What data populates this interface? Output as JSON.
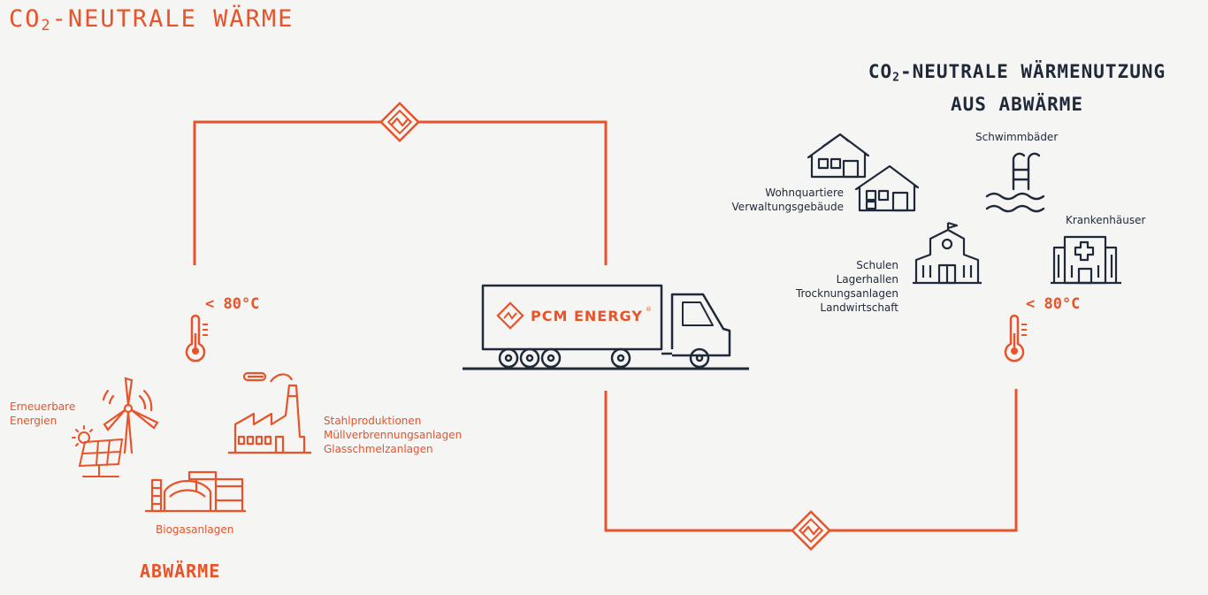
{
  "colors": {
    "orange": "#e8532a",
    "navy": "#1f2939",
    "background": "#f5f5f4"
  },
  "title": {
    "prefix": "CO",
    "sub": "2",
    "suffix": "-NEUTRALE WÄRME"
  },
  "right_title": {
    "prefix": "CO",
    "sub": "2",
    "line1_suffix": "-NEUTRALE WÄRMENUTZUNG",
    "line2": "AUS ABWÄRME"
  },
  "left_temp": "< 80°C",
  "right_temp": "< 80°C",
  "truck_brand": "PCM ENERGY",
  "truck_brand_mark": "®",
  "sources": {
    "renewables": [
      "Erneuerbare",
      "Energien"
    ],
    "industry": [
      "Stahlproduktionen",
      "Müllverbrennungsanlagen",
      "Glasschmelzanlagen"
    ],
    "biogas": "Biogasanlagen",
    "label": "ABWÄRME"
  },
  "consumers": {
    "housing": [
      "Wohnquartiere",
      "Verwaltungsgebäude"
    ],
    "pools": "Schwimmbäder",
    "hospitals": "Krankenhäuser",
    "schools": [
      "Schulen",
      "Lagerhallen",
      "Trocknungsanlagen",
      "Landwirtschaft"
    ]
  },
  "icons": [
    "heat-exchanger-icon",
    "thermometer-icon",
    "truck-icon",
    "wind-turbine-icon",
    "solar-panel-icon",
    "factory-icon",
    "biogas-plant-icon",
    "houses-icon",
    "swimming-pool-icon",
    "school-icon",
    "hospital-icon"
  ]
}
